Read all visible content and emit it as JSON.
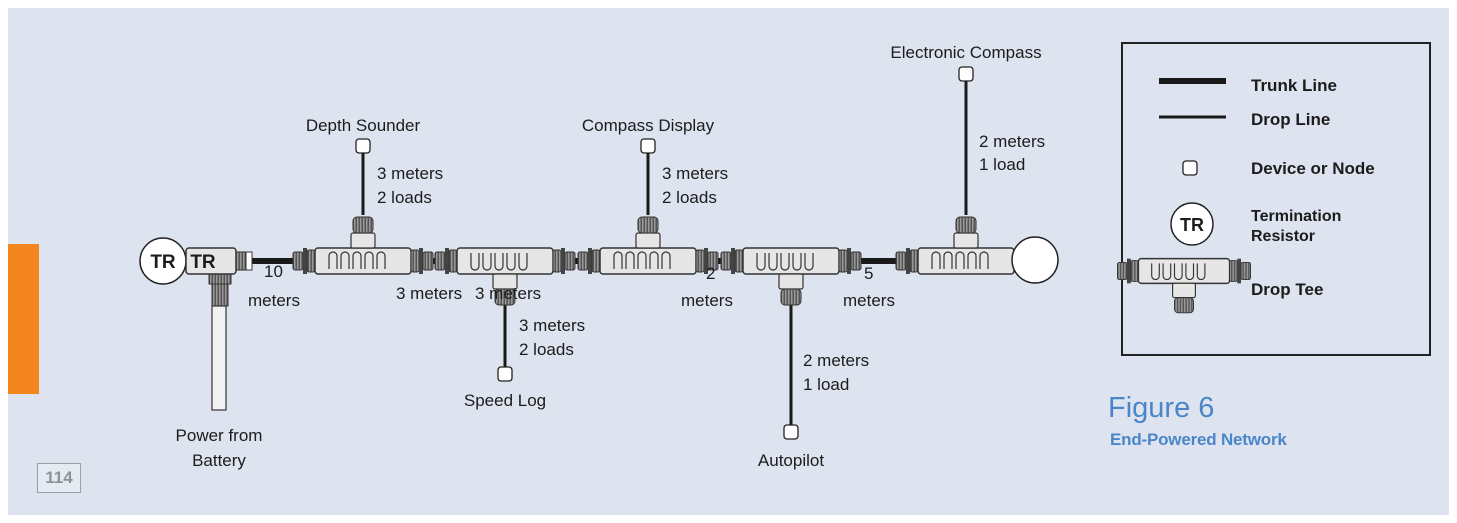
{
  "page_number": "114",
  "figure": {
    "title": "Figure 6",
    "subtitle": "End-Powered Network"
  },
  "colors": {
    "panel": "#dde3ef",
    "accent_tab": "#f4861f",
    "figure_text": "#4a86c8",
    "line": "#1a1a1a"
  },
  "devices": {
    "depth_sounder": "Depth Sounder",
    "compass_display": "Compass Display",
    "electronic_compass": "Electronic Compass",
    "speed_log": "Speed Log",
    "autopilot": "Autopilot",
    "power_line1": "Power from",
    "power_line2": "Battery"
  },
  "drops": {
    "depth_sounder": {
      "length": "3 meters",
      "load": "2 loads"
    },
    "compass_display": {
      "length": "3 meters",
      "load": "2 loads"
    },
    "electronic_compass": {
      "length": "2 meters",
      "load": "1 load"
    },
    "speed_log": {
      "length": "3 meters",
      "load": "2 loads"
    },
    "autopilot": {
      "length": "2 meters",
      "load": "1 load"
    }
  },
  "trunk": {
    "seg1_a": "10",
    "seg1_b": "meters",
    "seg2": "3 meters",
    "seg3": "3 meters",
    "seg4_a": "2",
    "seg4_b": "meters",
    "seg5_a": "5",
    "seg5_b": "meters"
  },
  "terminators": {
    "left": "TR",
    "left_inline": "TR"
  },
  "legend": {
    "trunk_line": "Trunk Line",
    "drop_line": "Drop Line",
    "device": "Device or Node",
    "term_line1": "Termination",
    "term_line2": "Resistor",
    "term_symbol": "TR",
    "drop_tee": "Drop Tee"
  }
}
